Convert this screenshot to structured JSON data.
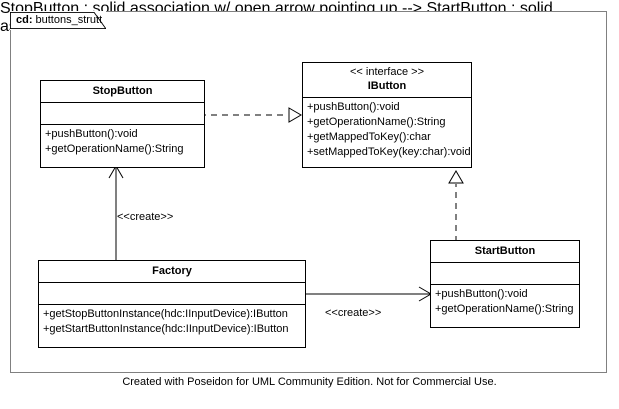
{
  "frame": {
    "tab_kind": "cd:",
    "tab_name": "buttons_strutt"
  },
  "classes": {
    "stop_button": {
      "name": "StopButton",
      "attributes": [],
      "operations": [
        "+pushButton():void",
        "+getOperationName():String"
      ]
    },
    "ibutton": {
      "stereotype": "<< interface >>",
      "name": "IButton",
      "operations": [
        "+pushButton():void",
        "+getOperationName():String",
        "+getMappedToKey():char",
        "+setMappedToKey(key:char):void"
      ]
    },
    "factory": {
      "name": "Factory",
      "attributes": [],
      "operations": [
        "+getStopButtonInstance(hdc:IInputDevice):IButton",
        "+getStartButtonInstance(hdc:IInputDevice):IButton"
      ]
    },
    "start_button": {
      "name": "StartButton",
      "attributes": [],
      "operations": [
        "+pushButton():void",
        "+getOperationName():String"
      ]
    }
  },
  "relationships": {
    "stop_realizes_ibutton": {
      "kind": "realization",
      "label": ""
    },
    "start_realizes_ibutton": {
      "kind": "realization",
      "label": ""
    },
    "factory_creates_stop": {
      "kind": "association",
      "label": "<<create>>"
    },
    "factory_creates_start": {
      "kind": "association",
      "label": "<<create>>"
    }
  },
  "footer": {
    "text": "Created with Poseidon for UML Community Edition. Not for Commercial Use."
  },
  "colors": {
    "frame_border": "#808080",
    "class_border": "#000000",
    "background": "#ffffff",
    "text": "#000000"
  }
}
